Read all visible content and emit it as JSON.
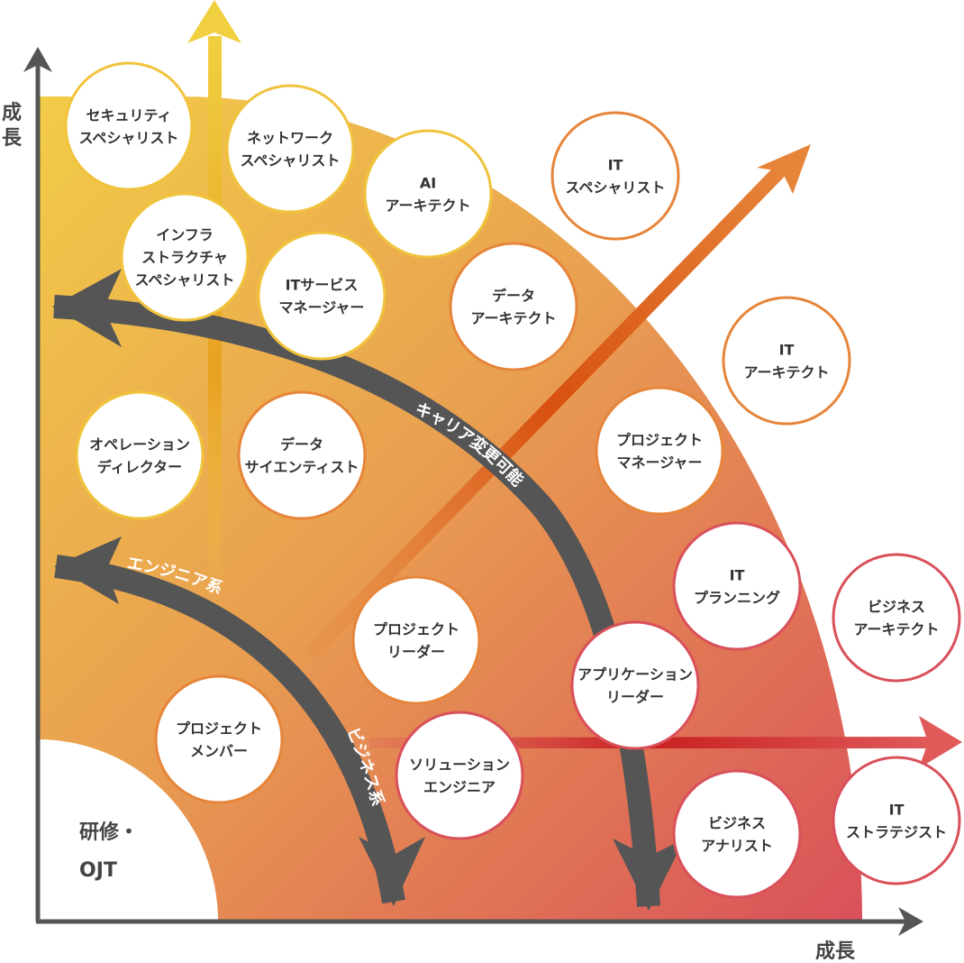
{
  "axes": {
    "y_label": "成長",
    "x_label": "成長"
  },
  "origin_label": [
    "研修・",
    "OJT"
  ],
  "paths": {
    "career_change": "キャリア変更可能",
    "engineer": "エンジニア系",
    "business": "ビジネス系"
  },
  "colors": {
    "yellow": "#f0c33c",
    "orange": "#e6853a",
    "red": "#d9505a",
    "arrow_gray": "#555555"
  },
  "roles": [
    {
      "lines": [
        "セキュリティ",
        "スペシャリスト"
      ],
      "tone": "yellow"
    },
    {
      "lines": [
        "ネットワーク",
        "スペシャリスト"
      ],
      "tone": "yellow"
    },
    {
      "lines": [
        "AI",
        "アーキテクト"
      ],
      "tone": "yellow"
    },
    {
      "lines": [
        "IT",
        "スペシャリスト"
      ],
      "tone": "orange"
    },
    {
      "lines": [
        "インフラ",
        "ストラクチャ",
        "スペシャリスト"
      ],
      "tone": "yellow"
    },
    {
      "lines": [
        "ITサービス",
        "マネージャー"
      ],
      "tone": "yellow"
    },
    {
      "lines": [
        "データ",
        "アーキテクト"
      ],
      "tone": "orange"
    },
    {
      "lines": [
        "IT",
        "アーキテクト"
      ],
      "tone": "orange"
    },
    {
      "lines": [
        "オペレーション",
        "ディレクター"
      ],
      "tone": "yellow"
    },
    {
      "lines": [
        "データ",
        "サイエンティスト"
      ],
      "tone": "orange"
    },
    {
      "lines": [
        "プロジェクト",
        "マネージャー"
      ],
      "tone": "orange"
    },
    {
      "lines": [
        "IT",
        "プランニング"
      ],
      "tone": "red"
    },
    {
      "lines": [
        "ビジネス",
        "アーキテクト"
      ],
      "tone": "red"
    },
    {
      "lines": [
        "プロジェクト",
        "リーダー"
      ],
      "tone": "orange"
    },
    {
      "lines": [
        "アプリケーション",
        "リーダー"
      ],
      "tone": "red"
    },
    {
      "lines": [
        "プロジェクト",
        "メンバー"
      ],
      "tone": "orange"
    },
    {
      "lines": [
        "ソリューション",
        "エンジニア"
      ],
      "tone": "red"
    },
    {
      "lines": [
        "ビジネス",
        "アナリスト"
      ],
      "tone": "red"
    },
    {
      "lines": [
        "IT",
        "ストラテジスト"
      ],
      "tone": "red"
    }
  ]
}
